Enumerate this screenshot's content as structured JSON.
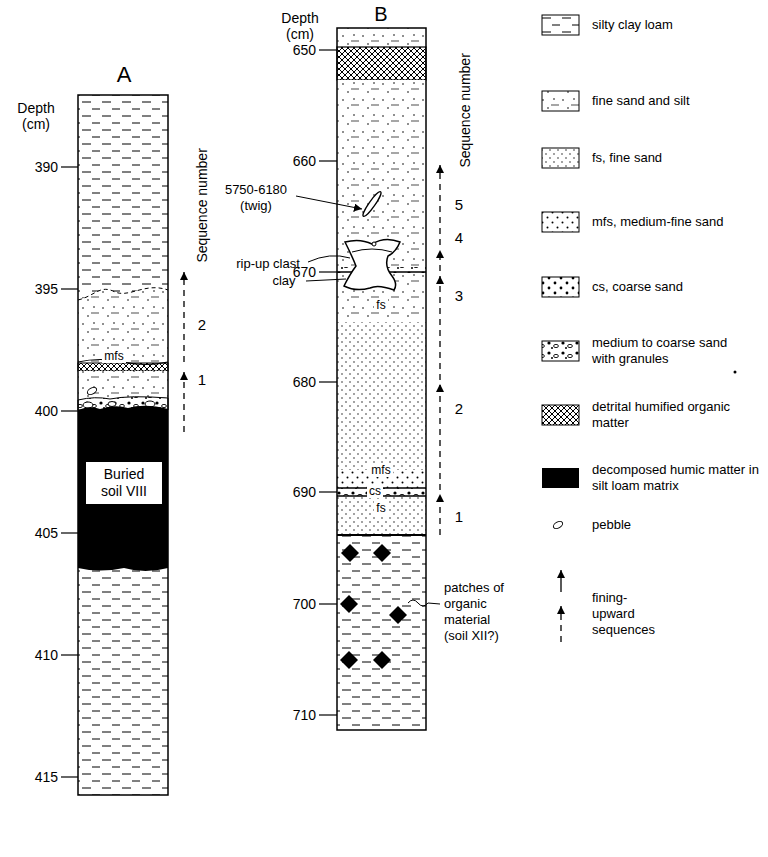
{
  "diagram": {
    "nodes": [
      {
        "text": [
          "Buried soil VIII"
        ]
      }
    ],
    "labels": [
      "A",
      "Depth (cm)",
      "390",
      "395",
      "400",
      "405",
      "410",
      "415",
      "Sequence number",
      "2",
      "mfs",
      "1",
      "B",
      "Depth (cm)",
      "650",
      "660",
      "670",
      "680",
      "690",
      "700",
      "710",
      "Sequence number",
      "5750-6180",
      "(twig)",
      "rip-up clast",
      "clay",
      "5",
      "4",
      "3",
      "fs",
      "2",
      "mfs",
      "cs",
      "1",
      "fs",
      "patches of organic material (soil XII?)"
    ],
    "legend": [
      {
        "text": "silty clay loam"
      },
      {
        "text": "fine sand and silt"
      },
      {
        "text": "fs, fine sand"
      },
      {
        "text": "mfs, medium-fine sand"
      },
      {
        "text": "cs, coarse sand"
      },
      {
        "text": "medium to coarse sand with granules"
      },
      {
        "text": "detrital humified organic matter"
      },
      {
        "text": "decomposed humic matter in silt loam matrix",
        "color": "#000000"
      },
      {
        "text": "pebble"
      },
      {
        "text": "fining-upward sequences"
      }
    ]
  }
}
